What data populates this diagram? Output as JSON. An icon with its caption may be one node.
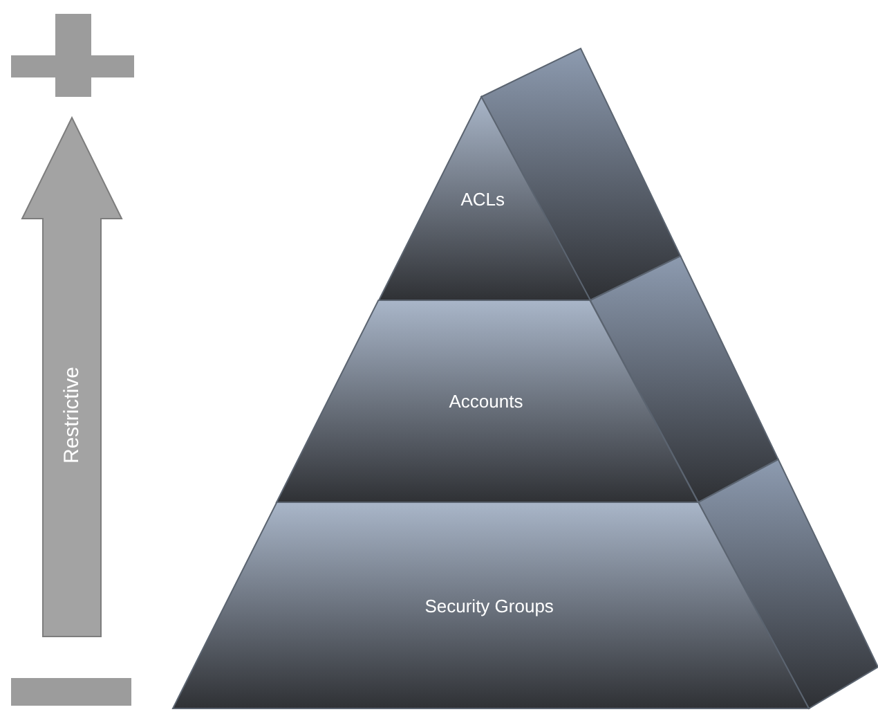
{
  "diagram": {
    "nodes": [
      {
        "text": [
          "ACLs"
        ]
      },
      {
        "text": [
          "Accounts"
        ]
      },
      {
        "text": [
          "Security Groups"
        ]
      }
    ],
    "labels": [
      "Restrictive"
    ]
  }
}
